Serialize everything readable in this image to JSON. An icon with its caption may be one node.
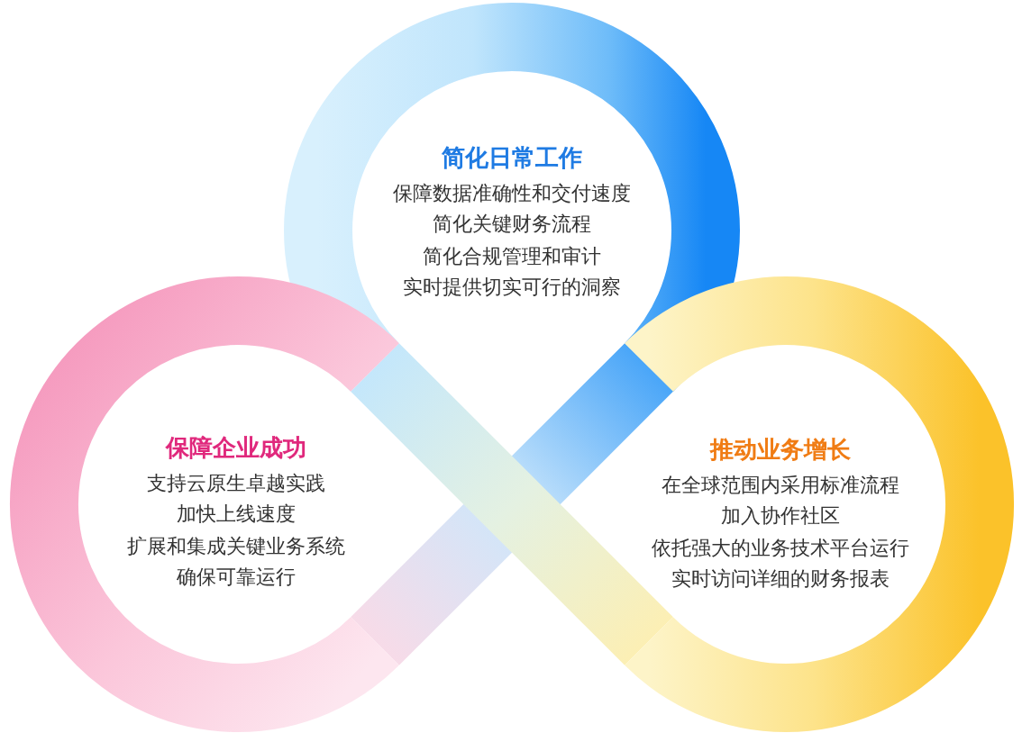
{
  "diagram": {
    "nodes": [
      {
        "text": [
          "简化日常工作",
          "保障数据准确性和交付速度",
          "简化关键财务流程",
          "简化合规管理和审计",
          "实时提供切实可行的洞察"
        ]
      },
      {
        "text": [
          "保障企业成功",
          "支持云原生卓越实践",
          "加快上线速度",
          "扩展和集成关键业务系统",
          "确保可靠运行"
        ]
      },
      {
        "text": [
          "推动业务增长",
          "在全球范围内采用标准流程",
          "加入协作社区",
          "依托强大的业务技术平台运行",
          "实时访问详细的财务报表"
        ]
      }
    ]
  }
}
